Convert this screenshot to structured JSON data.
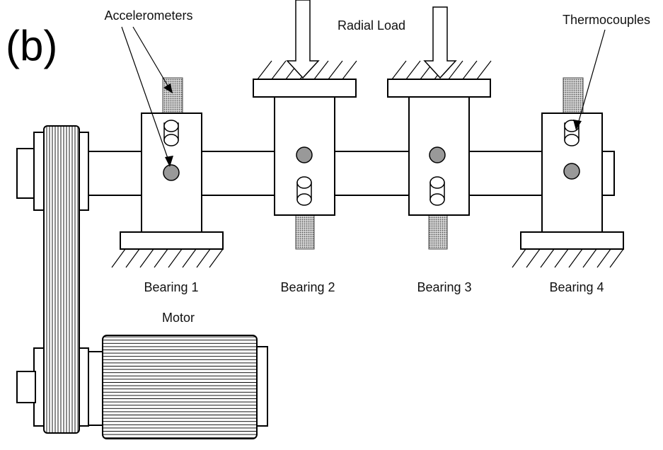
{
  "panel_label": "(b)",
  "labels": {
    "accelerometers": "Accelerometers",
    "radial_load": "Radial Load",
    "thermocouples": "Thermocouples",
    "motor": "Motor"
  },
  "bearings": [
    {
      "label": "Bearing 1"
    },
    {
      "label": "Bearing 2"
    },
    {
      "label": "Bearing 3"
    },
    {
      "label": "Bearing 4"
    }
  ],
  "colors": {
    "line": "#000000",
    "sensor_fill": "#999999",
    "background": "#ffffff"
  }
}
